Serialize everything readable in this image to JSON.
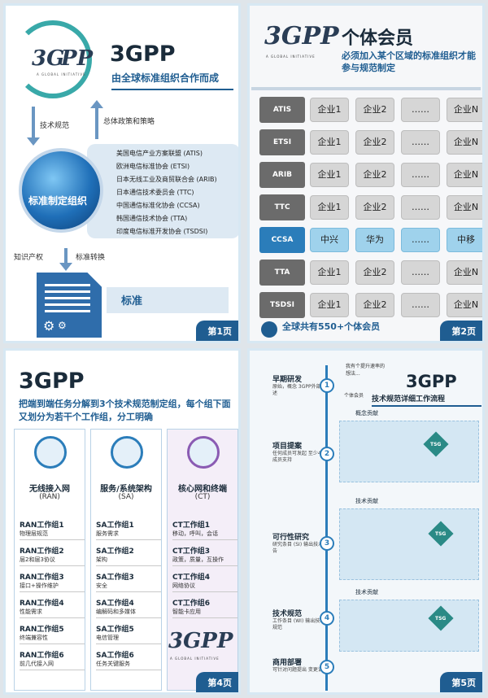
{
  "panel1": {
    "logo_mark": "3G",
    "logo_mark2": "PP",
    "logo_sub": "A GLOBAL INITIATIVE",
    "title": "3GPP",
    "subtitle": "由全球标准组织合作而成",
    "left_arrow_label": "技术规范",
    "right_arrow_label": "总体政策和策略",
    "globe_label": "标准制定组织",
    "orgs": [
      "美国电信产业方案联盟 (ATIS)",
      "欧洲电信标准协会 (ETSI)",
      "日本无线工业及商贸联合会 (ARIB)",
      "日本通信技术委员会 (TTC)",
      "中国通信标准化协会 (CCSA)",
      "韩国通信技术协会 (TTA)",
      "印度电信标准开发协会 (TSDSI)"
    ],
    "bottom_left_label": "知识产权",
    "bottom_right_label": "标准转换",
    "standard_label": "标准",
    "page": "第1页"
  },
  "panel2": {
    "logo_mark": "3GPP",
    "logo_sub": "A GLOBAL INITIATIVE",
    "title": "个体会员",
    "subtitle": "必须加入某个区域的标准组织才能参与规范制定",
    "rows": [
      {
        "org": "ATIS",
        "cells": [
          "企业1",
          "企业2",
          "……",
          "企业N"
        ]
      },
      {
        "org": "ETSI",
        "cells": [
          "企业1",
          "企业2",
          "……",
          "企业N"
        ]
      },
      {
        "org": "ARIB",
        "cells": [
          "企业1",
          "企业2",
          "……",
          "企业N"
        ]
      },
      {
        "org": "TTC",
        "cells": [
          "企业1",
          "企业2",
          "……",
          "企业N"
        ]
      },
      {
        "org": "CCSA",
        "cells": [
          "中兴",
          "华为",
          "……",
          "中移"
        ]
      },
      {
        "org": "TTA",
        "cells": [
          "企业1",
          "企业2",
          "……",
          "企业N"
        ]
      },
      {
        "org": "TSDSI",
        "cells": [
          "企业1",
          "企业2",
          "……",
          "企业N"
        ]
      }
    ],
    "footer": "全球共有550+个体会员",
    "page": "第2页"
  },
  "panel3": {
    "title": "3GPP",
    "subtitle": "把端到端任务分解到3个技术规范制定组，每个组下面又划分为若干个工作组，分工明确",
    "columns": [
      {
        "name": "无线接入网",
        "abbr": "(RAN)",
        "groups": [
          [
            "RAN工作组1",
            "物理层规范"
          ],
          [
            "RAN工作组2",
            "层2和层3协议"
          ],
          [
            "RAN工作组3",
            "接口+操作维护"
          ],
          [
            "RAN工作组4",
            "性能需求"
          ],
          [
            "RAN工作组5",
            "终端兼容性"
          ],
          [
            "RAN工作组6",
            "前几代接入网"
          ]
        ]
      },
      {
        "name": "服务/系统架构",
        "abbr": "(SA)",
        "groups": [
          [
            "SA工作组1",
            "服务需求"
          ],
          [
            "SA工作组2",
            "架构"
          ],
          [
            "SA工作组3",
            "安全"
          ],
          [
            "SA工作组4",
            "编解码和多媒体"
          ],
          [
            "SA工作组5",
            "电信管理"
          ],
          [
            "SA工作组6",
            "任务关键服务"
          ]
        ]
      },
      {
        "name": "核心网和终端",
        "abbr": "(CT)",
        "groups": [
          [
            "CT工作组1",
            "移动，呼叫，会话"
          ],
          [
            "CT工作组3",
            "政策，质量，互操作"
          ],
          [
            "CT工作组4",
            "网络协议"
          ],
          [
            "CT工作组6",
            "智能卡应用"
          ]
        ]
      }
    ],
    "logo_mark": "3GPP",
    "logo_sub": "A GLOBAL INITIATIVE",
    "page": "第4页"
  },
  "panel4": {
    "title": "3GPP",
    "subtitle": "技术规范详细工作流程",
    "bubble": "我有个提升速率的想法...",
    "bubble_person": "个体会员",
    "steps": [
      {
        "n": "1",
        "title": "早期研发",
        "desc": "原始，概念 3GPP外部阐述"
      },
      {
        "n": "2",
        "title": "项目提案",
        "desc": "任何成员可发起 至少4个成员支持"
      },
      {
        "n": "3",
        "title": "可行性研究",
        "desc": "研究条目 (SI) 输出技术报告"
      },
      {
        "n": "4",
        "title": "技术规范",
        "desc": "工作条目 (WI) 输出技术规范"
      },
      {
        "n": "5",
        "title": "商用部署",
        "desc": "可针对问题提出 变更请求"
      }
    ],
    "tags": [
      "概念贡献",
      "技术贡献",
      "技术贡献"
    ],
    "tsg": "TSG",
    "page": "第5页"
  }
}
